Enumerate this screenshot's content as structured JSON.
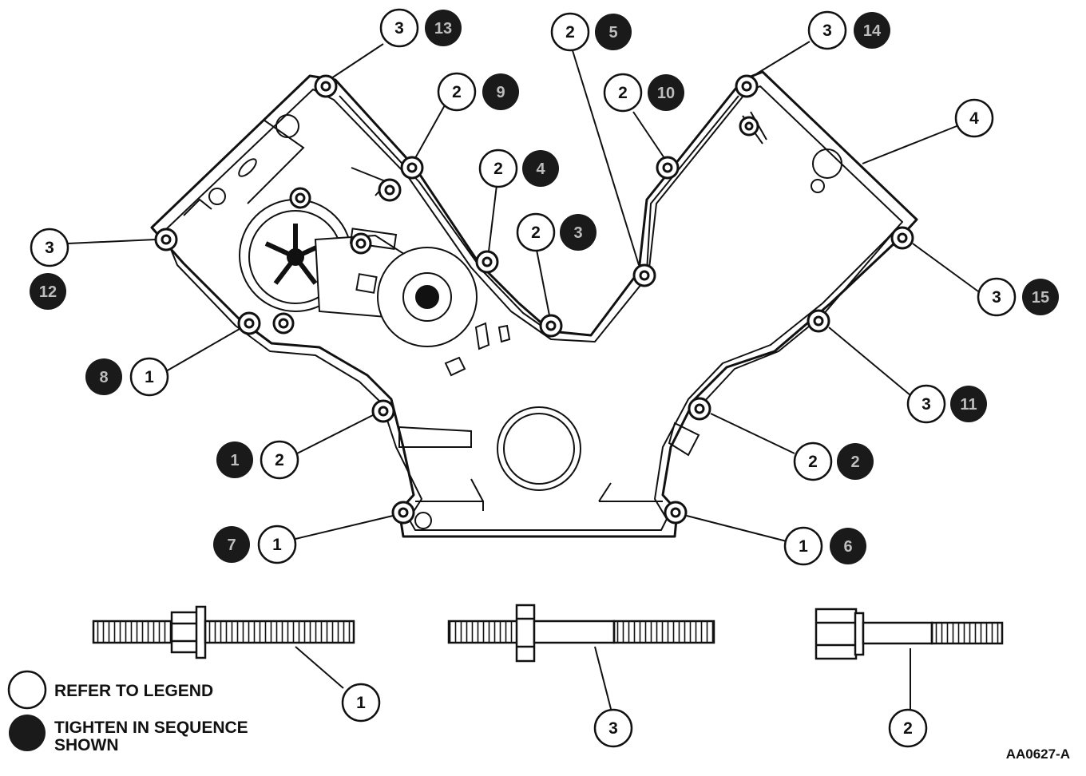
{
  "figure_id": "AA0627-A",
  "legend": {
    "refer_label": "REFER TO LEGEND",
    "sequence_label_line1": "TIGHTEN IN SEQUENCE",
    "sequence_label_line2": "SHOWN"
  },
  "callouts": [
    {
      "ref": "3",
      "seq": "13"
    },
    {
      "ref": "2",
      "seq": "9"
    },
    {
      "ref": "2",
      "seq": "4"
    },
    {
      "ref": "2",
      "seq": "3"
    },
    {
      "ref": "2",
      "seq": "5"
    },
    {
      "ref": "2",
      "seq": "10"
    },
    {
      "ref": "3",
      "seq": "14"
    },
    {
      "ref": "4",
      "seq": ""
    },
    {
      "ref": "3",
      "seq": "12"
    },
    {
      "ref": "3",
      "seq": "15"
    },
    {
      "ref": "1",
      "seq": "8"
    },
    {
      "ref": "3",
      "seq": "11"
    },
    {
      "ref": "2",
      "seq": "1"
    },
    {
      "ref": "2",
      "seq": "2"
    },
    {
      "ref": "1",
      "seq": "7"
    },
    {
      "ref": "1",
      "seq": "6"
    }
  ],
  "fasteners": [
    {
      "ref": "1",
      "type": "stud-bolt"
    },
    {
      "ref": "3",
      "type": "stud-bolt"
    },
    {
      "ref": "2",
      "type": "bolt"
    }
  ]
}
